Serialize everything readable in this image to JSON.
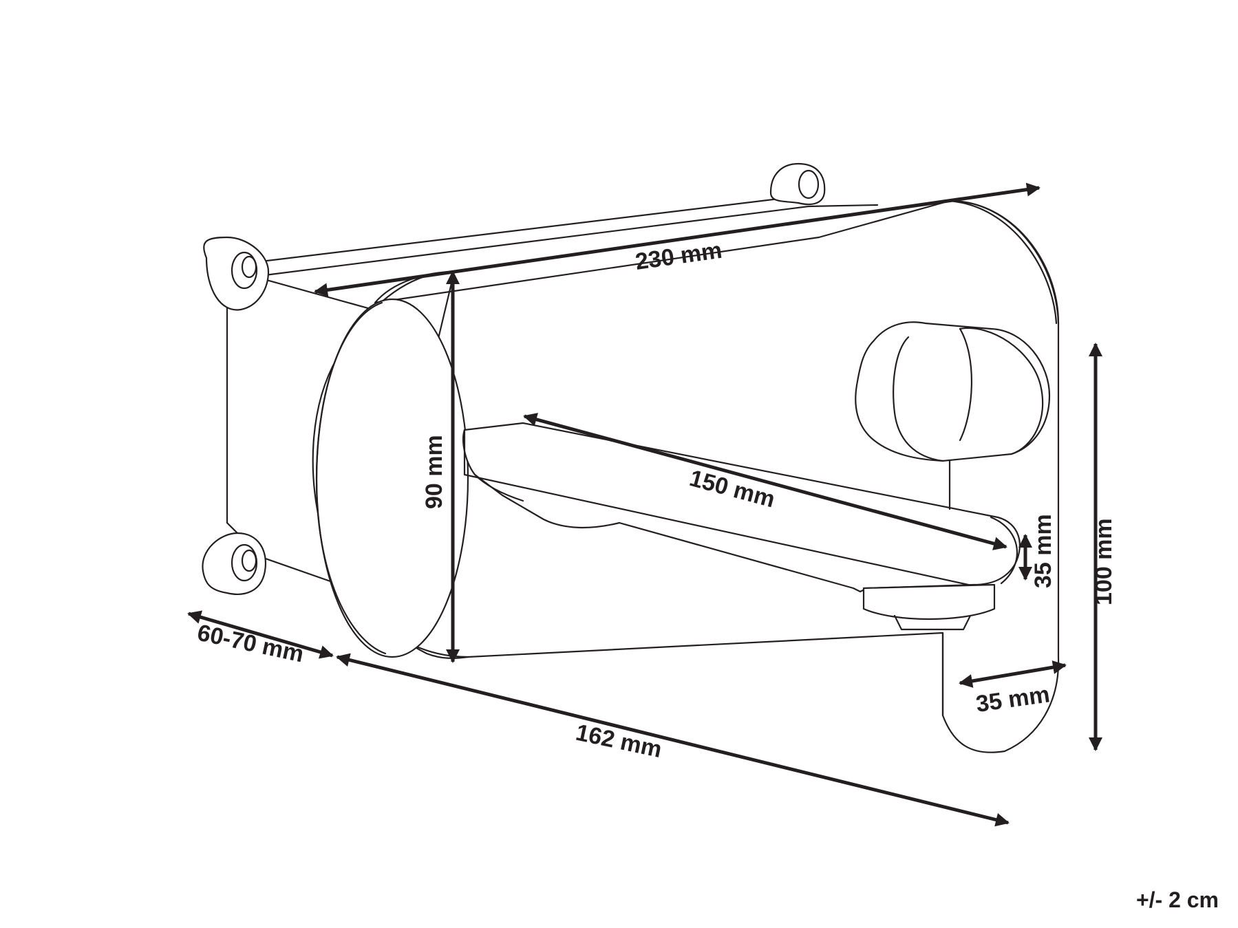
{
  "dimensions": {
    "total_width": "230 mm",
    "box_height": "90 mm",
    "spout_length": "150 mm",
    "spout_height": "35 mm",
    "plate_height": "100 mm",
    "plate_width": "35 mm",
    "depth": "60-70 mm",
    "box_width": "162 mm"
  },
  "tolerance": "+/- 2 cm",
  "colors": {
    "line": "#231f20",
    "background": "#ffffff"
  }
}
